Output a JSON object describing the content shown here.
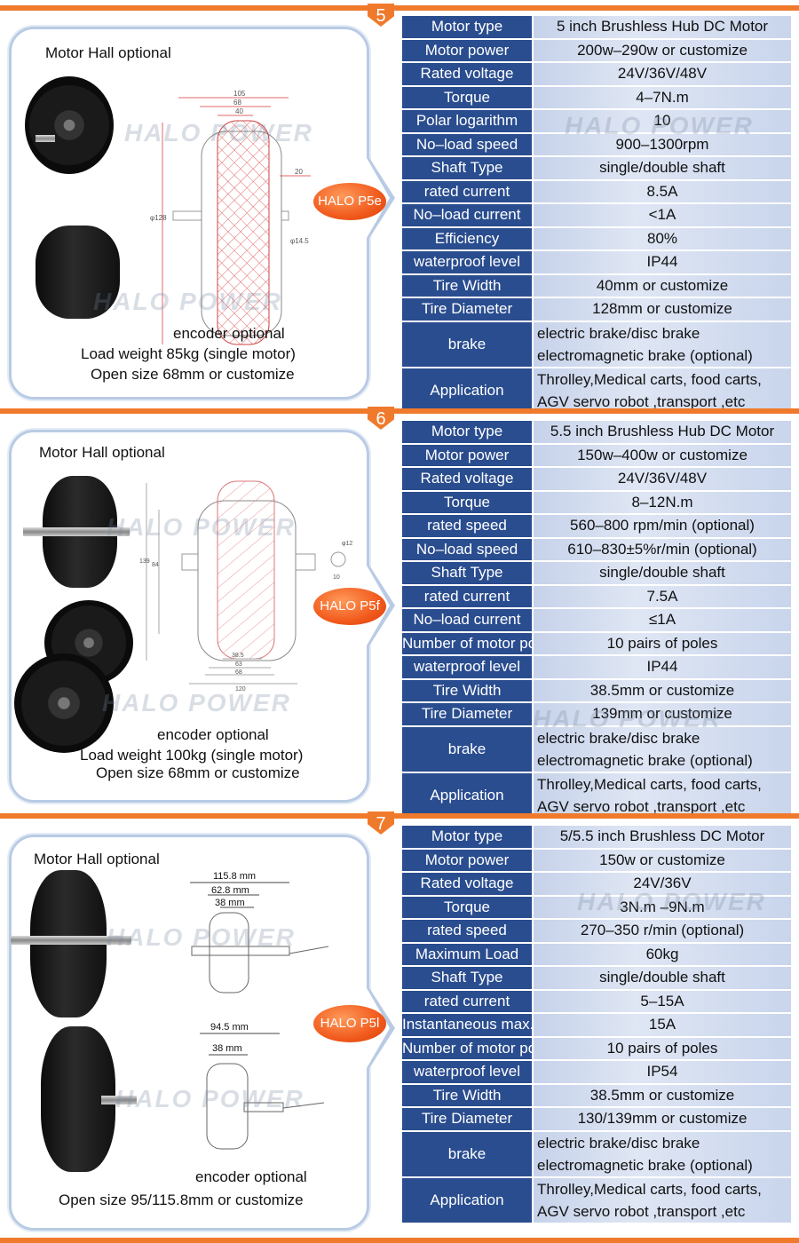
{
  "brand_watermark": "HALO POWER",
  "colors": {
    "accent": "#f07a2c",
    "key_bg": "#2a4d8f",
    "value_bg": "#d3dcef",
    "badge": "#f15a1c"
  },
  "sections": [
    {
      "number": "5",
      "badge": "HALO P5e",
      "panel": {
        "hall": "Motor Hall   optional",
        "encoder": "encoder      optional",
        "load": "Load weight 85kg (single motor)",
        "open": "Open size  68mm or customize"
      },
      "dims": {
        "d1": "105",
        "d2": "68",
        "d3": "40",
        "d4": "20",
        "dia": "φ128",
        "shaft": "φ14.5"
      },
      "specs": [
        {
          "k": "Motor type",
          "v": "5 inch Brushless Hub DC Motor"
        },
        {
          "k": "Motor power",
          "v": "200w–290w or customize"
        },
        {
          "k": "Rated voltage",
          "v": "24V/36V/48V"
        },
        {
          "k": "Torque",
          "v": "4–7N.m"
        },
        {
          "k": "Polar logarithm",
          "v": "10"
        },
        {
          "k": "No–load speed",
          "v": "900–1300rpm"
        },
        {
          "k": "Shaft Type",
          "v": "single/double shaft"
        },
        {
          "k": "rated current",
          "v": "8.5A"
        },
        {
          "k": "No–load current",
          "v": "<1A"
        },
        {
          "k": "Efficiency",
          "v": "80%"
        },
        {
          "k": "waterproof level",
          "v": "IP44"
        },
        {
          "k": "Tire Width",
          "v": "40mm or customize"
        },
        {
          "k": "Tire Diameter",
          "v": "128mm or customize"
        },
        {
          "k": "brake",
          "v": "electric brake/disc brake",
          "v2": "electromagnetic brake (optional)"
        },
        {
          "k": "Application",
          "v": "Throlley,Medical carts, food carts,",
          "v2": "AGV servo robot ,transport ,etc"
        }
      ]
    },
    {
      "number": "6",
      "badge": "HALO P5f",
      "panel": {
        "hall": "Motor Hall    optional",
        "encoder": "encoder         optional",
        "load": "Load weight 100kg (single motor)",
        "open": "Open size  68mm or customize"
      },
      "dims": {
        "d1": "139",
        "d2": "84",
        "d3": "38.5",
        "d4": "63",
        "d5": "68",
        "d6": "120",
        "shaft": "φ12",
        "flat": "10"
      },
      "specs": [
        {
          "k": "Motor type",
          "v": "5.5 inch Brushless Hub DC Motor"
        },
        {
          "k": "Motor power",
          "v": "150w–400w or customize"
        },
        {
          "k": "Rated voltage",
          "v": "24V/36V/48V"
        },
        {
          "k": "Torque",
          "v": "8–12N.m"
        },
        {
          "k": "rated speed",
          "v": "560–800 rpm/min (optional)"
        },
        {
          "k": "No–load speed",
          "v": "610–830±5%r/min (optional)"
        },
        {
          "k": "Shaft Type",
          "v": "single/double shaft"
        },
        {
          "k": "rated current",
          "v": "7.5A"
        },
        {
          "k": "No–load current",
          "v": "≤1A"
        },
        {
          "k": "Number of motor pole pairs",
          "v": "10 pairs of poles"
        },
        {
          "k": "waterproof level",
          "v": "IP44"
        },
        {
          "k": "Tire Width",
          "v": "38.5mm or customize"
        },
        {
          "k": "Tire Diameter",
          "v": "139mm or customize"
        },
        {
          "k": "brake",
          "v": "electric brake/disc brake",
          "v2": "electromagnetic brake (optional)"
        },
        {
          "k": "Application",
          "v": "Throlley,Medical carts, food carts,",
          "v2": "AGV servo robot ,transport ,etc"
        }
      ]
    },
    {
      "number": "7",
      "badge": "HALO P5l",
      "panel": {
        "hall": "Motor Hall  optional",
        "encoder": "encoder   optional",
        "open": "Open size  95/115.8mm or customize"
      },
      "dims": {
        "a1": "115.8 mm",
        "a2": "62.8 mm",
        "a3": "38 mm",
        "b1": "94.5 mm",
        "b2": "38 mm"
      },
      "specs": [
        {
          "k": "Motor type",
          "v": "5/5.5 inch Brushless DC Motor"
        },
        {
          "k": "Motor power",
          "v": "150w or customize"
        },
        {
          "k": "Rated voltage",
          "v": "24V/36V"
        },
        {
          "k": "Torque",
          "v": "3N.m –9N.m"
        },
        {
          "k": "rated speed",
          "v": "270–350 r/min (optional)"
        },
        {
          "k": "Maximum Load",
          "v": "60kg"
        },
        {
          "k": "Shaft Type",
          "v": "single/double shaft"
        },
        {
          "k": "rated current",
          "v": "5–15A"
        },
        {
          "k": "Instantaneous max. current",
          "v": "15A"
        },
        {
          "k": "Number of motor pole pairs",
          "v": "10 pairs of poles"
        },
        {
          "k": "waterproof level",
          "v": "IP54"
        },
        {
          "k": "Tire Width",
          "v": "38.5mm or customize"
        },
        {
          "k": "Tire Diameter",
          "v": "130/139mm or customize"
        },
        {
          "k": "brake",
          "v": "electric brake/disc brake",
          "v2": "electromagnetic brake (optional)"
        },
        {
          "k": "Application",
          "v": "Throlley,Medical carts, food carts,",
          "v2": "AGV servo robot ,transport ,etc"
        }
      ]
    }
  ]
}
